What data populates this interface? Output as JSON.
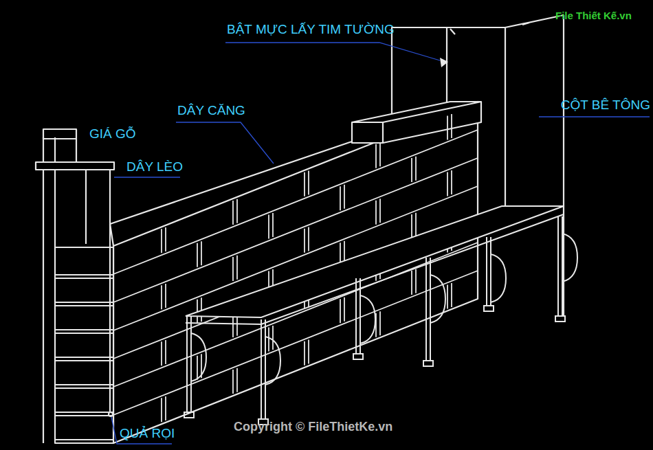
{
  "diagram": {
    "labels": [
      "BẬT MỰC LẤY TIM TƯỜNG",
      "DÂY CĂNG",
      "GIÁ GỖ",
      "DÂY LÈO",
      "CỘT BÊ TÔNG",
      "QUẢ RỌI",
      "Copyright © FileThietKe.vn",
      "File Thiết Kế.vn"
    ]
  }
}
